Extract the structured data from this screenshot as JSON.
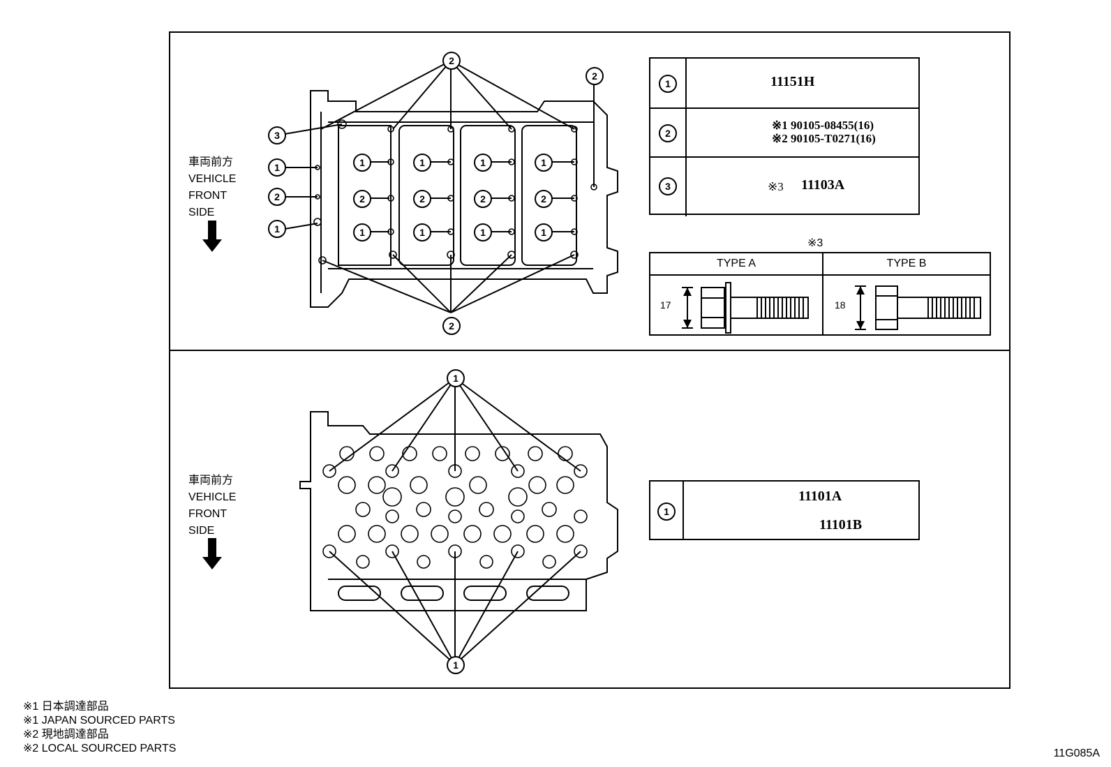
{
  "front_label": {
    "jp": "車両前方",
    "line1": "VEHICLE",
    "line2": "FRONT",
    "line3": "SIDE"
  },
  "callouts": {
    "one": "1",
    "two": "2",
    "three": "3"
  },
  "upper_table": {
    "rows": [
      {
        "num": "1",
        "part": "11151H"
      },
      {
        "num": "2",
        "part_a": "※1  90105-08455(16)",
        "part_b": "※2  90105-T0271(16)"
      },
      {
        "num": "3",
        "note": "※3",
        "part": "11103A"
      }
    ]
  },
  "type_table": {
    "note": "※3",
    "type_a": {
      "label": "TYPE A",
      "dim": "17"
    },
    "type_b": {
      "label": "TYPE B",
      "dim": "18"
    }
  },
  "lower_table": {
    "rows": [
      {
        "num": "1",
        "part_a": "11101A",
        "part_b": "11101B"
      }
    ]
  },
  "footnotes": [
    "※1  日本調達部品",
    "※1  JAPAN SOURCED PARTS",
    "※2  現地調達部品",
    "※2  LOCAL SOURCED PARTS"
  ],
  "drawing_code": "11G085A"
}
